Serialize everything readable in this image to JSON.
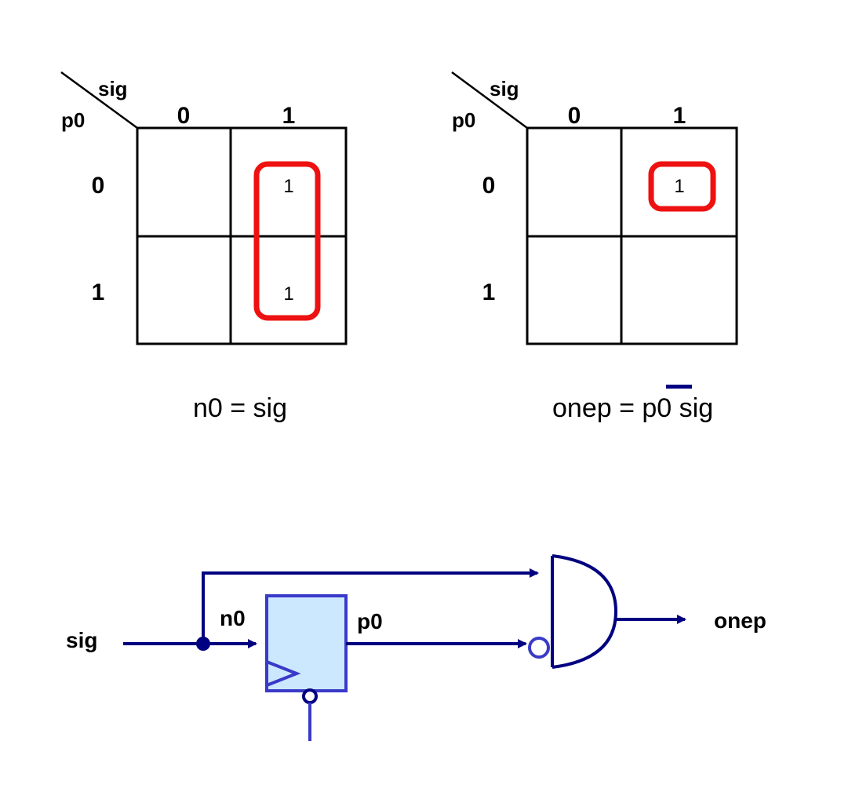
{
  "kmap_left": {
    "col_var": "sig",
    "row_var": "p0",
    "col_headers": [
      "0",
      "1"
    ],
    "row_headers": [
      "0",
      "1"
    ],
    "cells": [
      [
        "",
        "1"
      ],
      [
        "",
        "1"
      ]
    ],
    "equation": "n0 = sig"
  },
  "kmap_right": {
    "col_var": "sig",
    "row_var": "p0",
    "col_headers": [
      "0",
      "1"
    ],
    "row_headers": [
      "0",
      "1"
    ],
    "cells": [
      [
        "",
        "1"
      ],
      [
        "",
        ""
      ]
    ],
    "equation_prefix": "onep = ",
    "equation_bar_term": "p0",
    "equation_suffix": " sig"
  },
  "circuit": {
    "input_label": "sig",
    "wire_n0_label": "n0",
    "wire_p0_label": "p0",
    "output_label": "onep"
  },
  "colors": {
    "grouping_loop": "#ee1111",
    "wire": "#000080",
    "flipflop_fill": "#cce8ff",
    "flipflop_stroke": "#3a3ac8",
    "overbar": "#000080"
  }
}
